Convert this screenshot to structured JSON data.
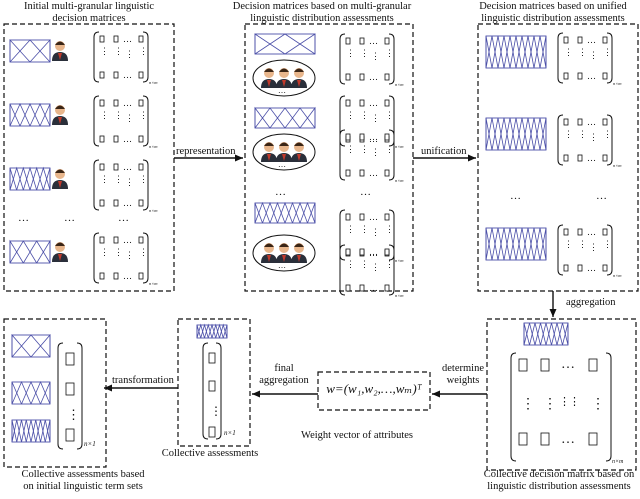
{
  "boxes": {
    "initial": {
      "title_line1": "Initial multi-granular linguistic",
      "title_line2": "decision matrices"
    },
    "multi": {
      "title_line1": "Decision matrices based on multi-granular",
      "title_line2": "linguistic distribution assessments"
    },
    "unified": {
      "title_line1": "Decision matrices based on unified",
      "title_line2": "linguistic distribution assessments"
    },
    "collective_matrix": {
      "caption_line1": "Collective decision matrix based on",
      "caption_line2": "linguistic distribution assessments"
    },
    "collective_assess": {
      "caption": "Collective assessments"
    },
    "collective_initial": {
      "caption_line1": "Collective assessments based",
      "caption_line2": "on initial linguistic term sets"
    },
    "weight": {
      "caption": "Weight vector of attributes"
    }
  },
  "arrows": {
    "representation": "representation",
    "unification": "unification",
    "aggregation": "aggregation",
    "determine_line1": "determine",
    "determine_line2": "weights",
    "final_line1": "final",
    "final_line2": "aggregation",
    "transformation": "transformation"
  },
  "math": {
    "subscript_nm": "n×m",
    "subscript_n1": "n×1",
    "weight_formula": "w=(w₁,w₂,…,wₘ)ᵀ"
  },
  "colors": {
    "term_set": "#4b4fa8",
    "lines": "#111111"
  }
}
